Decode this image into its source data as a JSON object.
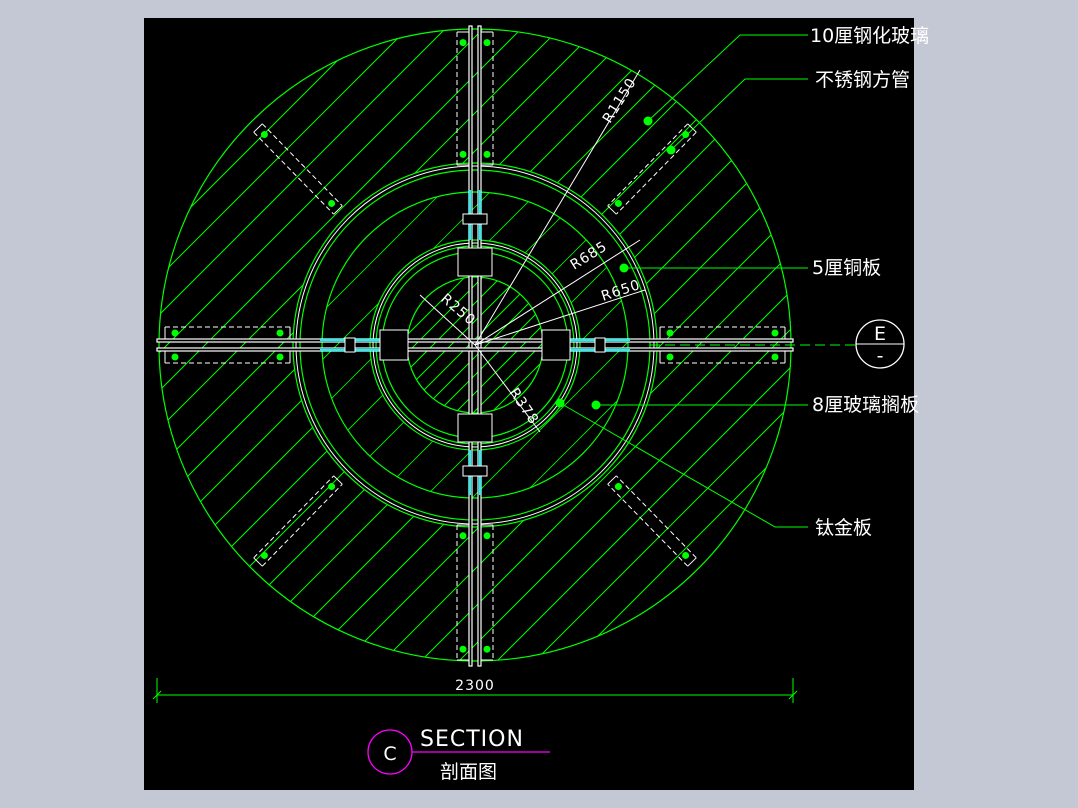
{
  "labels": {
    "tempered_glass": "10厘钢化玻璃",
    "stainless_tube": "不锈钢方管",
    "copper_plate": "5厘铜板",
    "glass_shelf": "8厘玻璃搁板",
    "titanium_plate": "钛金板"
  },
  "radii": {
    "r1150": "R1150",
    "r685": "R685",
    "r650": "R650",
    "r250": "R250",
    "r378": "R378"
  },
  "dimension": {
    "total_width": "2300"
  },
  "section_marker": {
    "letter": "E",
    "sub": "-"
  },
  "title": {
    "circle_letter": "C",
    "text": "SECTION",
    "subtitle": "剖面图"
  },
  "colors": {
    "background": "#000000",
    "outer_frame": "#c4c8d4",
    "line_green": "#00ff00",
    "white": "#ffffff",
    "cyan": "#00ffff",
    "magenta": "#ff00ff",
    "dot_green": "#00ff00"
  }
}
